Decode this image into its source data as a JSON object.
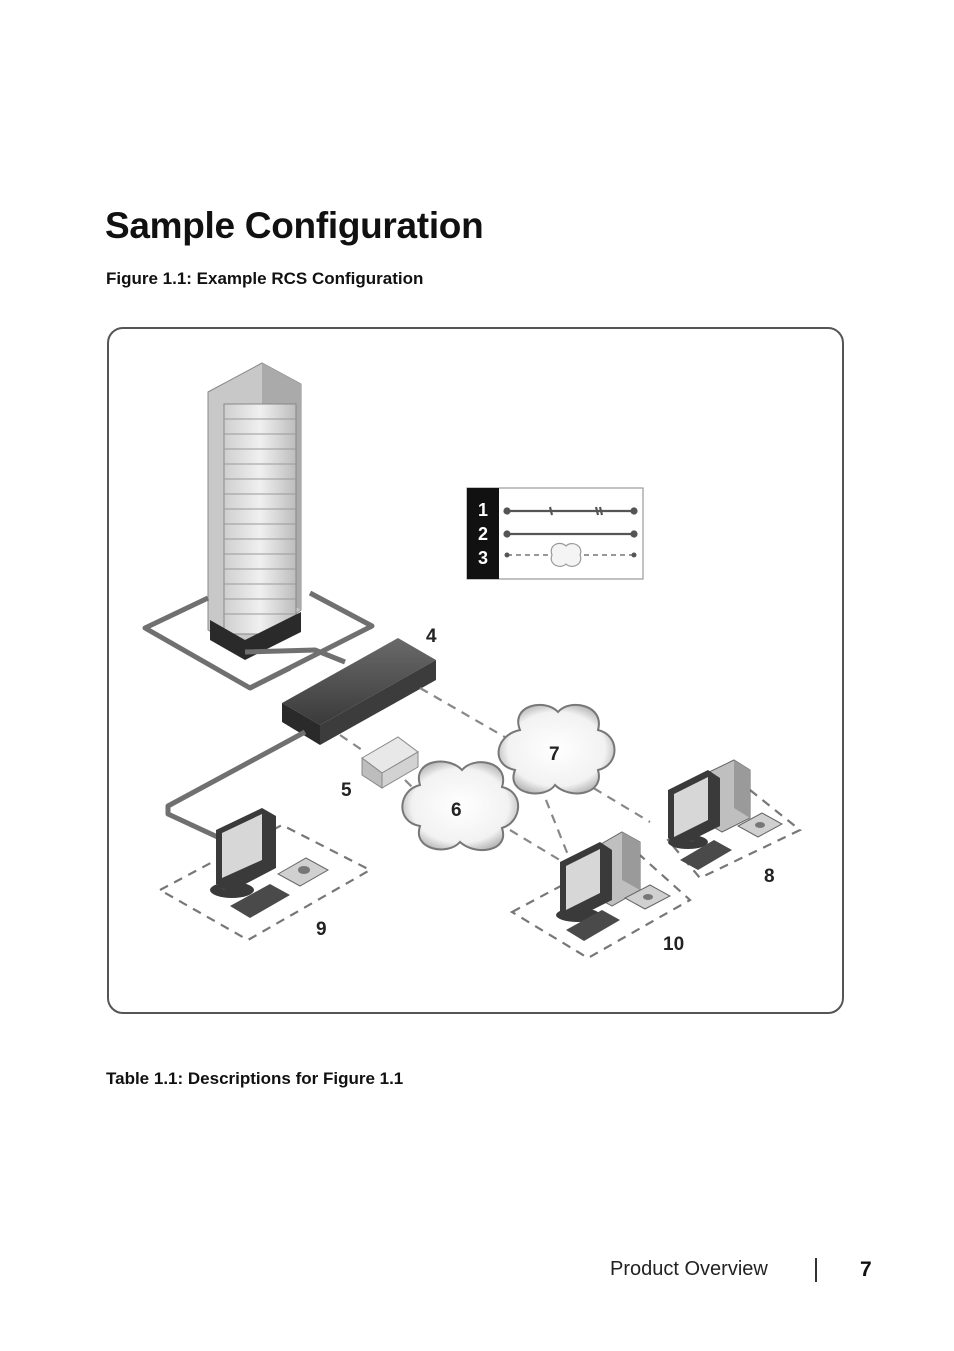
{
  "page": {
    "heading": "Sample Configuration",
    "figure_caption": "Figure 1.1: Example RCS Configuration",
    "table_caption": "Table 1.1: Descriptions for Figure 1.1",
    "footer": {
      "section": "Product Overview",
      "page_number": "7"
    }
  },
  "diagram": {
    "legend": {
      "items": [
        "1",
        "2",
        "3"
      ]
    },
    "callouts": {
      "c4": "4",
      "c5": "5",
      "c6": "6",
      "c7": "7",
      "c8": "8",
      "c9": "9",
      "c10": "10"
    }
  }
}
